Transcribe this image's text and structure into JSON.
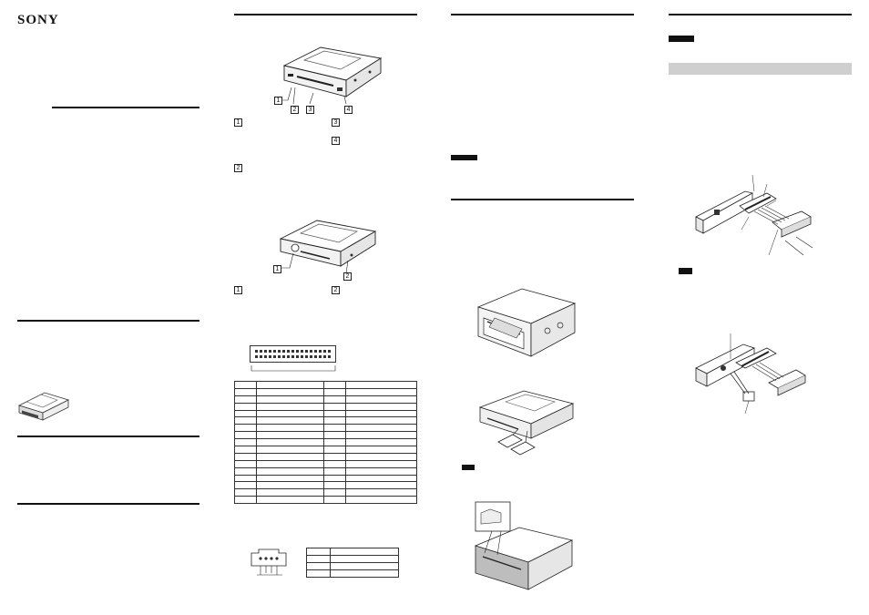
{
  "brand": "SONY",
  "figure_callouts": {
    "front_view": [
      "1",
      "2",
      "3",
      "4"
    ],
    "front_legend": [
      "1",
      "2",
      "3",
      "4"
    ],
    "rear_view": [
      "1",
      "2"
    ],
    "rear_legend": [
      "1",
      "2"
    ]
  },
  "labels": {
    "caution_tag": "",
    "note_tag": ""
  },
  "tables": {
    "pin_table_rows": 17,
    "power_table_rows": 4
  }
}
